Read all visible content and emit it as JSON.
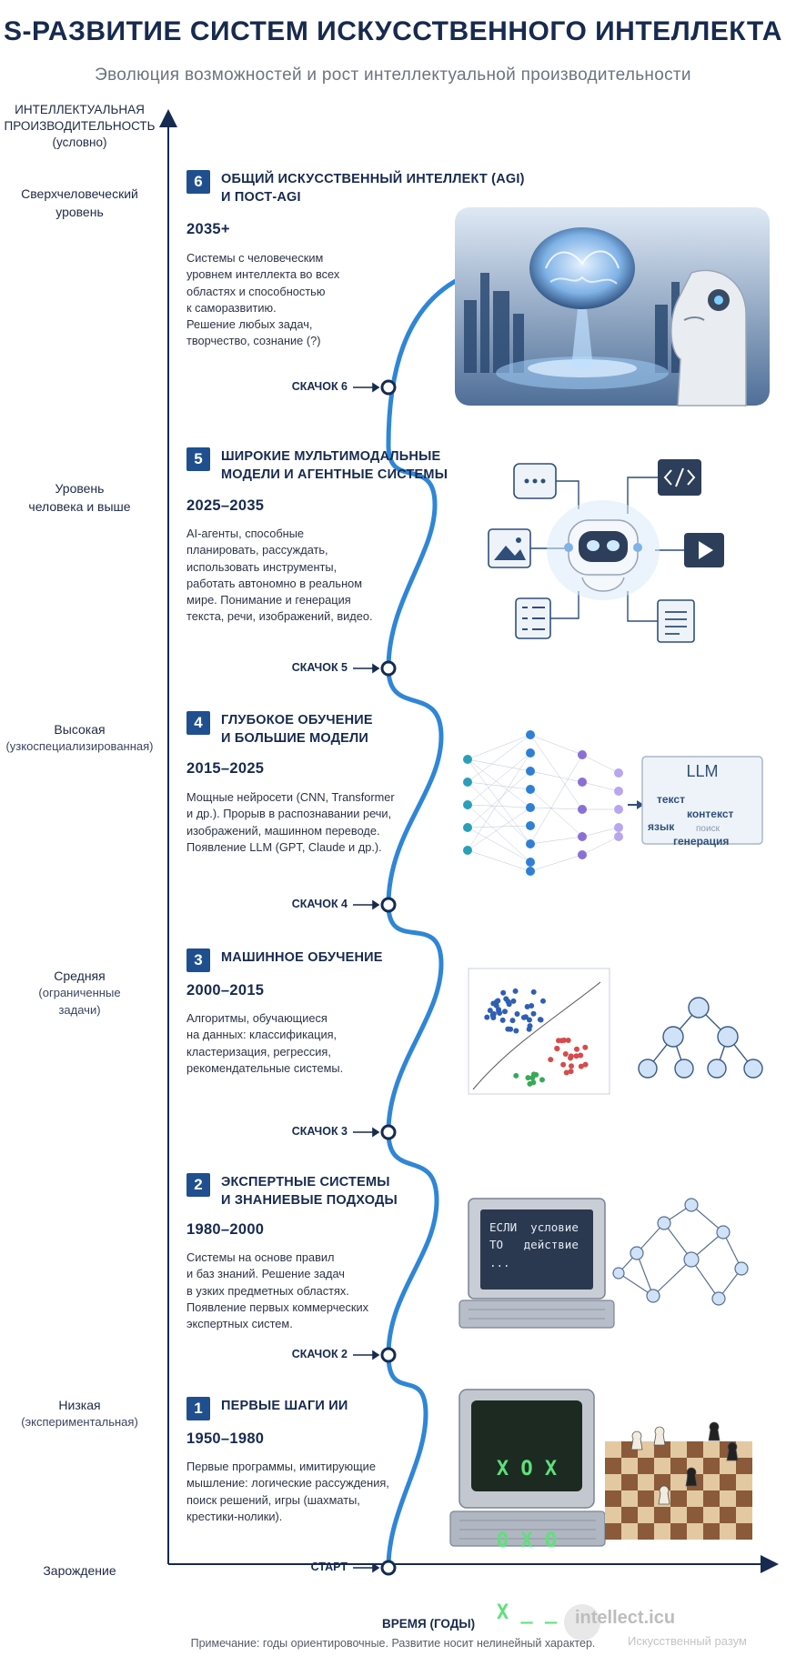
{
  "title": "S-РАЗВИТИЕ СИСТЕМ ИСКУССТВЕННОГО ИНТЕЛЛЕКТА",
  "subtitle": "Эволюция возможностей и рост интеллектуальной производительности",
  "y_axis": {
    "title_line1": "ИНТЕЛЛЕКТУАЛЬНАЯ",
    "title_line2": "ПРОИЗВОДИТЕЛЬНОСТЬ",
    "title_line3": "(условно)"
  },
  "x_axis": {
    "label": "ВРЕМЯ (ГОДЫ)"
  },
  "levels": [
    {
      "line1": "Сверхчеловеческий",
      "line2": "уровень"
    },
    {
      "line1": "Уровень",
      "line2": "человека и выше"
    },
    {
      "line1": "Высокая",
      "line2": "(узкоспециализированная)"
    },
    {
      "line1": "Средняя",
      "line2": "(ограниченные",
      "line3": "задачи)"
    },
    {
      "line1": "Низкая",
      "line2": "(экспериментальная)"
    },
    {
      "line1": "Зарождение"
    }
  ],
  "stages": [
    {
      "num": "6",
      "title1": "ОБЩИЙ ИСКУССТВЕННЫЙ ИНТЕЛЛЕКТ (AGI)",
      "title2": "И ПОСТ-AGI",
      "years": "2035+",
      "desc1": "Системы с человеческим",
      "desc2": "уровнем интеллекта во всех",
      "desc3": "областях и способностью",
      "desc4": "к саморазвитию.",
      "desc5": "Решение любых задач,",
      "desc6": "творчество, сознание (?)",
      "jump": "СКАЧОК 6"
    },
    {
      "num": "5",
      "title1": "ШИРОКИЕ МУЛЬТИМОДАЛЬНЫЕ",
      "title2": "МОДЕЛИ И АГЕНТНЫЕ СИСТЕМЫ",
      "years": "2025–2035",
      "desc1": "AI-агенты, способные",
      "desc2": "планировать, рассуждать,",
      "desc3": "использовать инструменты,",
      "desc4": "работать автономно в реальном",
      "desc5": "мире. Понимание и генерация",
      "desc6": "текста, речи, изображений, видео.",
      "jump": "СКАЧОК 5"
    },
    {
      "num": "4",
      "title1": "ГЛУБОКОЕ ОБУЧЕНИЕ",
      "title2": "И БОЛЬШИЕ МОДЕЛИ",
      "years": "2015–2025",
      "desc1": "Мощные нейросети (CNN, Transformer",
      "desc2": "и др.). Прорыв в распознавании речи,",
      "desc3": "изображений, машинном переводе.",
      "desc4": "Появление LLM (GPT, Claude и др.).",
      "jump": "СКАЧОК 4"
    },
    {
      "num": "3",
      "title1": "МАШИННОЕ ОБУЧЕНИЕ",
      "years": "2000–2015",
      "desc1": "Алгоритмы, обучающиеся",
      "desc2": "на данных: классификация,",
      "desc3": "кластеризация, регрессия,",
      "desc4": "рекомендательные системы.",
      "jump": "СКАЧОК 3"
    },
    {
      "num": "2",
      "title1": "ЭКСПЕРТНЫЕ СИСТЕМЫ",
      "title2": "И ЗНАНИЕВЫЕ ПОДХОДЫ",
      "years": "1980–2000",
      "desc1": "Системы на основе правил",
      "desc2": "и баз знаний. Решение задач",
      "desc3": "в узких предметных областях.",
      "desc4": "Появление первых коммерческих",
      "desc5": "экспертных систем.",
      "jump": "СКАЧОК 2"
    },
    {
      "num": "1",
      "title1": "ПЕРВЫЕ ШАГИ ИИ",
      "years": "1950–1980",
      "desc1": "Первые программы, имитирующие",
      "desc2": "мышление: логические рассуждения,",
      "desc3": "поиск решений, игры (шахматы,",
      "desc4": "крестики-нолики).",
      "jump": "СТАРТ"
    }
  ],
  "illustrations": {
    "llm_panel": {
      "title": "LLM",
      "w1": "текст",
      "w2": "контекст",
      "w3": "язык",
      "w4": "поиск",
      "w5": "генерация"
    },
    "expert_screen": {
      "l1a": "ЕСЛИ",
      "l1b": "условие",
      "l2a": "ТО",
      "l2b": "действие",
      "l3": "..."
    },
    "ttt": {
      "r1": "X O X",
      "r2": "O X O",
      "r3": "X _ _"
    }
  },
  "note": "Примечание: годы ориентировочные. Развитие носит нелинейный характер.",
  "watermark": {
    "text": "intellect.icu",
    "sub": "Искусственный разум"
  },
  "colors": {
    "accent": "#1f4f8f",
    "curve": "#2f86d6",
    "text": "#172a4f"
  },
  "icons": [
    "brain-hologram-icon",
    "robot-head-icon",
    "chat-icon",
    "code-icon",
    "image-icon",
    "play-icon",
    "checklist-icon",
    "document-icon",
    "neural-network-icon",
    "scatter-plot-icon",
    "tree-graph-icon",
    "computer-terminal-icon",
    "knowledge-graph-icon",
    "retro-computer-icon",
    "chessboard-icon"
  ]
}
